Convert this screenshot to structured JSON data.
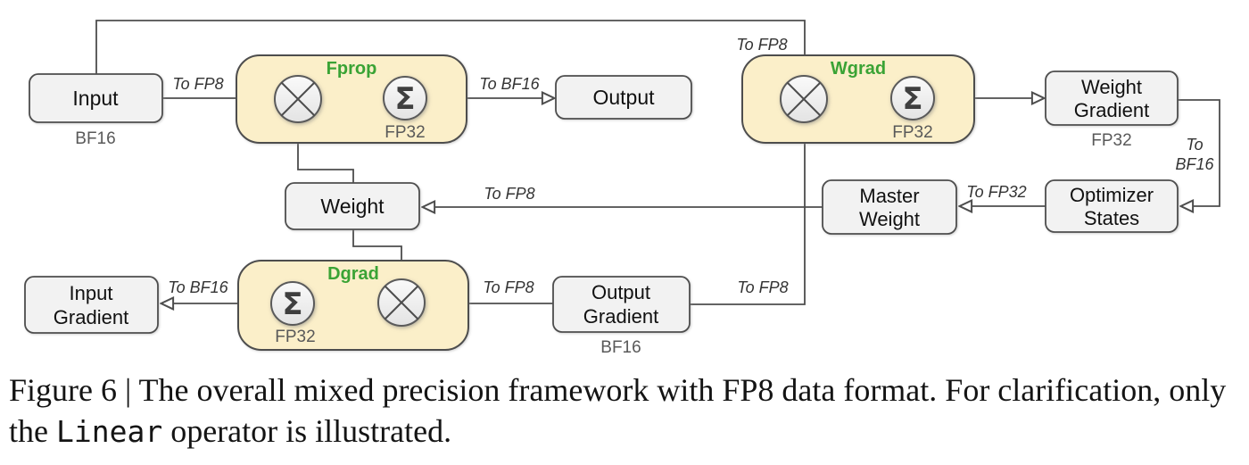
{
  "diagram": {
    "colors": {
      "op_box_fill": "#FBEFC9",
      "op_box_stroke": "#4D4D4D",
      "op_title_green": "#3AA335",
      "node_fill": "#F2F2F2",
      "node_stroke": "#4D4D4D",
      "edge_color": "#4D4D4D",
      "edge_label_color": "#333333",
      "format_label_color": "#595959"
    },
    "nodes": {
      "input": {
        "label": "Input",
        "format": "BF16"
      },
      "output": {
        "label": "Output"
      },
      "weight": {
        "label": "Weight"
      },
      "weight_gradient": {
        "label_line1": "Weight",
        "label_line2": "Gradient",
        "format": "FP32"
      },
      "optimizer_states": {
        "label_line1": "Optimizer",
        "label_line2": "States"
      },
      "master_weight": {
        "label_line1": "Master",
        "label_line2": "Weight"
      },
      "input_gradient": {
        "label_line1": "Input",
        "label_line2": "Gradient"
      },
      "output_gradient": {
        "label_line1": "Output",
        "label_line2": "Gradient",
        "format": "BF16"
      }
    },
    "operators": {
      "fprop": {
        "title": "Fprop",
        "accumulator": "FP32"
      },
      "wgrad": {
        "title": "Wgrad",
        "accumulator": "FP32"
      },
      "dgrad": {
        "title": "Dgrad",
        "accumulator": "FP32"
      }
    },
    "symbols": {
      "sum": "Σ"
    },
    "edge_labels": {
      "input_to_fprop": "To FP8",
      "fprop_to_output": "To BF16",
      "input_to_wgrad": "To FP8",
      "weight_gradient_to_optimizer_line1": "To",
      "weight_gradient_to_optimizer_line2": "BF16",
      "optimizer_to_master": "To FP32",
      "master_to_weight": "To FP8",
      "output_gradient_to_wgrad": "To FP8",
      "output_gradient_to_dgrad": "To FP8",
      "dgrad_to_input_gradient": "To BF16"
    }
  },
  "caption": {
    "line1": "Figure 6 | The overall mixed precision framework with FP8 data format. For clarification, only",
    "line2_pre": "the ",
    "line2_code": "Linear",
    "line2_post": " operator is illustrated."
  }
}
